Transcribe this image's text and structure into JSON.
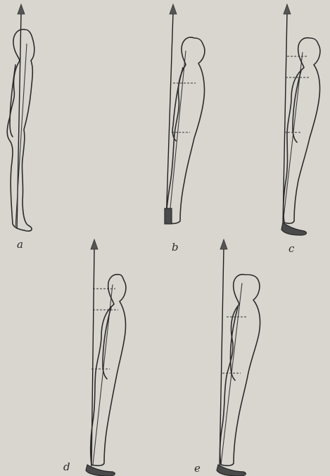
{
  "figures": [
    {
      "id": "a",
      "label": "a"
    },
    {
      "id": "b",
      "label": "b"
    },
    {
      "id": "c",
      "label": "c"
    },
    {
      "id": "d",
      "label": "d"
    },
    {
      "id": "e",
      "label": "e"
    }
  ],
  "colors": {
    "background": "#d9d6d0",
    "ink": "#2b2b2b",
    "arrowhead": "#555555"
  },
  "icons": {
    "plumb_arrow": "triangle-arrow-icon"
  }
}
